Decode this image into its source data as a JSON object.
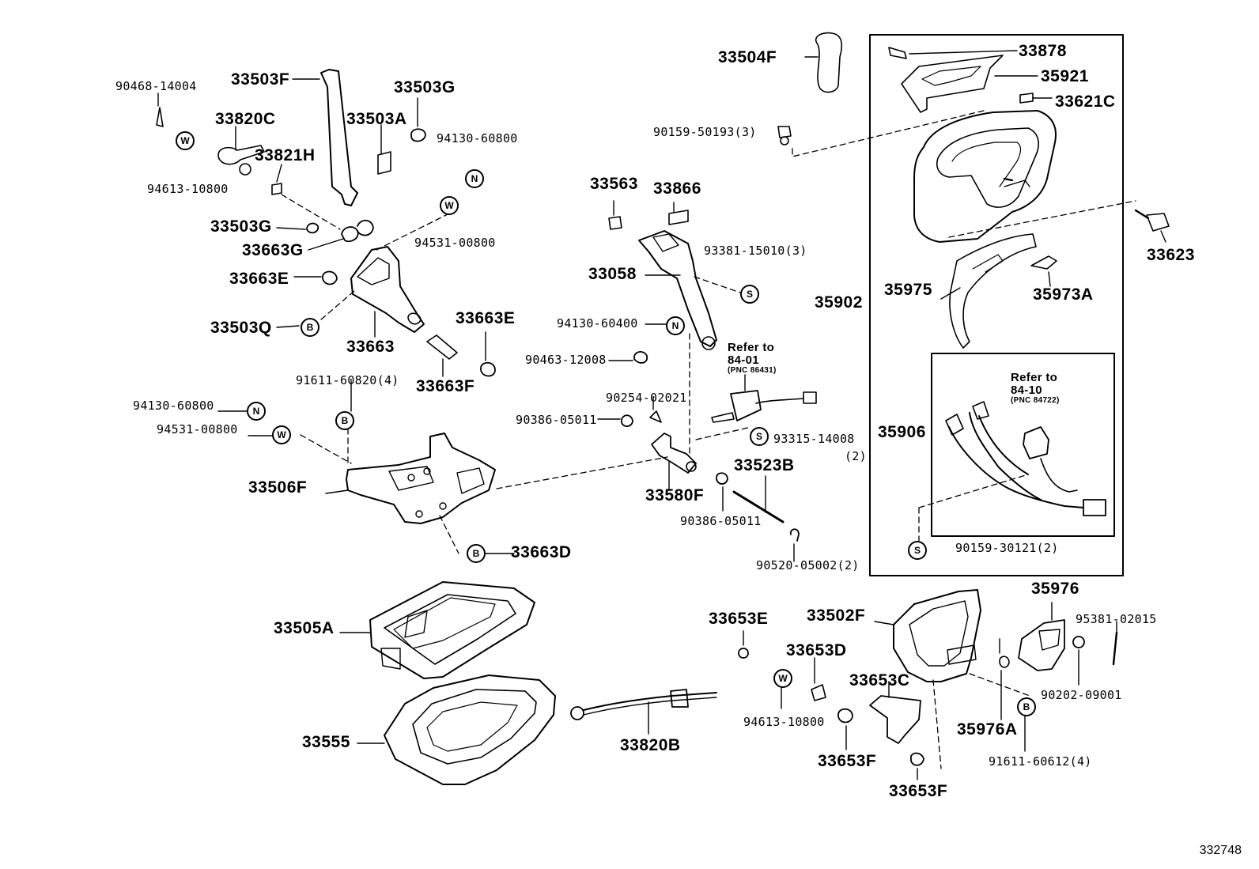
{
  "diagram_id": "332748",
  "labels": {
    "p33504F": "33504F",
    "p33878": "33878",
    "p35921": "35921",
    "p33621C": "33621C",
    "p90159_50193": "90159-50193(3)",
    "p33623": "33623",
    "p35902": "35902",
    "p35975": "35975",
    "p35973A": "35973A",
    "p35906": "35906",
    "p90159_30121": "90159-30121(2)",
    "p90468_14004": "90468-14004",
    "p33503F": "33503F",
    "p33503G_top": "33503G",
    "p33820C": "33820C",
    "p33503A": "33503A",
    "p94130_60800_a": "94130-60800",
    "p33821H": "33821H",
    "p94613_10800_a": "94613-10800",
    "p33503G_mid": "33503G",
    "p33663G": "33663G",
    "p94531_00800_a": "94531-00800",
    "p33663E_a": "33663E",
    "p33503Q": "33503Q",
    "p33663": "33663",
    "p33663E_b": "33663E",
    "p33663F": "33663F",
    "p91611_60820": "91611-60820(4)",
    "p94130_60800_b": "94130-60800",
    "p94531_00800_b": "94531-00800",
    "p33506F": "33506F",
    "p33663D": "33663D",
    "p33563": "33563",
    "p33866": "33866",
    "p33058": "33058",
    "p93381_15010": "93381-15010(3)",
    "p94130_60400": "94130-60400",
    "p90463_12008": "90463-12008",
    "p90254_02021": "90254-02021",
    "p90386_05011_a": "90386-05011",
    "p93315_14008": "93315-14008",
    "p93315_qty": "(2)",
    "p33523B": "33523B",
    "p33580F": "33580F",
    "p90386_05011_b": "90386-05011",
    "p90520_05002": "90520-05002(2)",
    "p33505A": "33505A",
    "p33555": "33555",
    "p33820B": "33820B",
    "p33653E": "33653E",
    "p33653D": "33653D",
    "p33653C": "33653C",
    "p94613_10800_b": "94613-10800",
    "p33653F_a": "33653F",
    "p33653F_b": "33653F",
    "p33502F": "33502F",
    "p35976": "35976",
    "p95381_02015": "95381-02015",
    "p90202_09001": "90202-09001",
    "p35976A": "35976A",
    "p91611_60612": "91611-60612(4)"
  },
  "refs": {
    "ref1_title": "Refer to",
    "ref1_page": "84-01",
    "ref1_pnc": "(PNC 86431)",
    "ref2_title": "Refer to",
    "ref2_page": "84-10",
    "ref2_pnc": "(PNC 84722)"
  },
  "symbols": {
    "W": "W",
    "N": "N",
    "B": "B",
    "S": "S"
  }
}
